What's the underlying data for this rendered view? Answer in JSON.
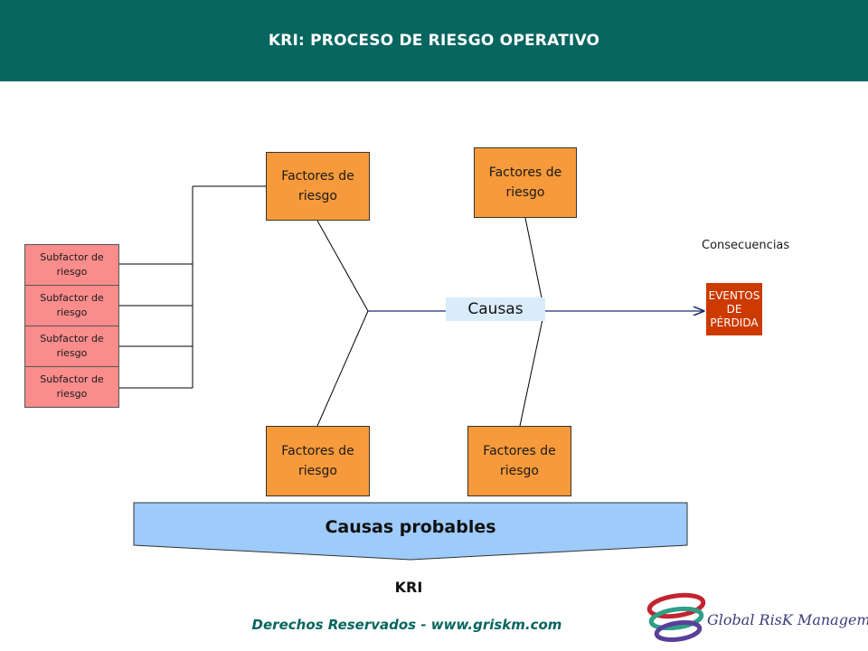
{
  "header": {
    "title": "KRI: PROCESO DE RIESGO OPERATIVO"
  },
  "diagram": {
    "factors": {
      "top_left": "Factores de riesgo",
      "top_right": "Factores de riesgo",
      "bottom_left": "Factores de riesgo",
      "bottom_right": "Factores de riesgo"
    },
    "subfactors": [
      "Subfactor de riesgo",
      "Subfactor de riesgo",
      "Subfactor de riesgo",
      "Subfactor de riesgo"
    ],
    "spine_label": "Causas",
    "consequences_label": "Consecuencias",
    "event_label": "EVENTOS DE PÉRDIDA",
    "probables_label": "Causas probables",
    "kri_label": "KRI"
  },
  "footer": {
    "text": "Derechos Reservados - www.griskm.com"
  },
  "logo": {
    "text": "Global RisK Management"
  },
  "colors": {
    "header_bg": "#07665f",
    "factor_box": "#f79a3b",
    "subfactor_box": "#fa8c8c",
    "event_box": "#cc3a00",
    "probables_bar": "#9dcbfa",
    "spine_line": "#1f2d6e"
  }
}
